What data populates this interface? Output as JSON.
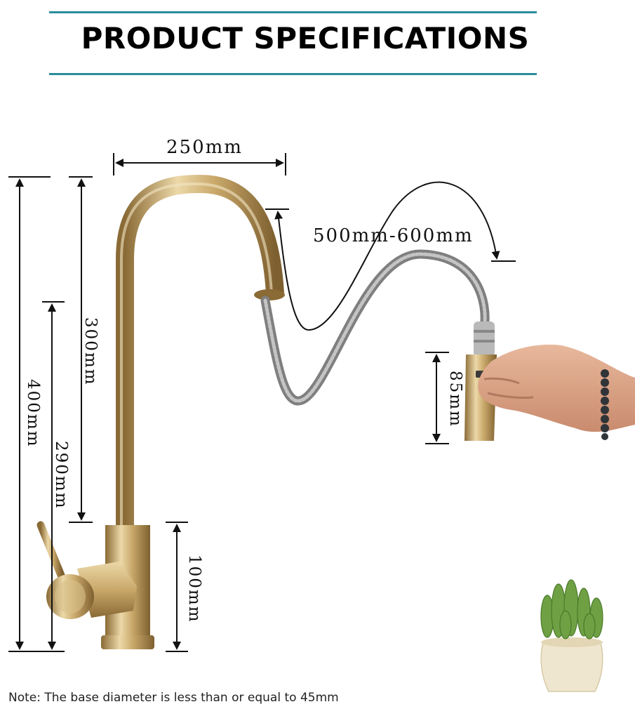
{
  "header": {
    "title": "PRODUCT SPECIFICATIONS",
    "rule_color": "#2a8c9c"
  },
  "dimensions": {
    "spout_reach": "250mm",
    "hose_length": "500mm-600mm",
    "total_height": "400mm",
    "spout_height": "300mm",
    "outlet_height": "290mm",
    "base_height": "100mm",
    "sprayer_length": "85mm"
  },
  "colors": {
    "brass": "#c9a86a",
    "brass_dark": "#8a6a35",
    "brass_light": "#ecd8a8",
    "hose": "#8d8d8d",
    "skin": "#d9a184",
    "plant": "#6fa043",
    "pot": "#efe6cf"
  },
  "icons": [
    "faucet-illustration",
    "hand-icon",
    "cactus-pot-icon"
  ],
  "note": "Note: The base diameter is less than or equal to 45mm"
}
